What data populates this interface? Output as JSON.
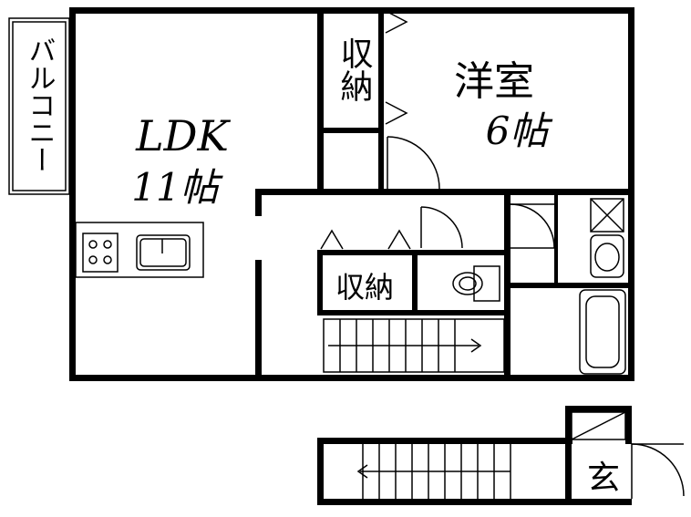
{
  "rooms": {
    "ldk": {
      "name": "LDK",
      "size": "11帖"
    },
    "western": {
      "name": "洋室",
      "size": "6帖"
    },
    "storage_top": "収納",
    "storage_mid": "収納",
    "balcony": "バルコニー",
    "entrance": "玄"
  },
  "colors": {
    "wall": "#000000",
    "background": "#ffffff"
  }
}
